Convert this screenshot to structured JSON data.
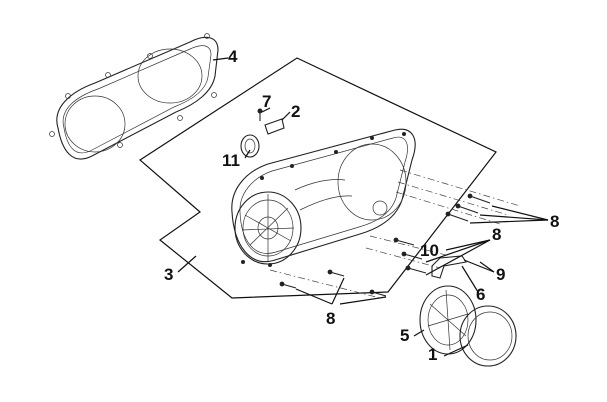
{
  "diagram": {
    "callouts": [
      {
        "id": "c1",
        "text": "1"
      },
      {
        "id": "c2",
        "text": "2"
      },
      {
        "id": "c3",
        "text": "3"
      },
      {
        "id": "c4",
        "text": "4"
      },
      {
        "id": "c5",
        "text": "5"
      },
      {
        "id": "c6",
        "text": "6"
      },
      {
        "id": "c7",
        "text": "7"
      },
      {
        "id": "c8a",
        "text": "8"
      },
      {
        "id": "c8b",
        "text": "8"
      },
      {
        "id": "c8c",
        "text": "8"
      },
      {
        "id": "c9",
        "text": "9"
      },
      {
        "id": "c10",
        "text": "10"
      },
      {
        "id": "c11",
        "text": "11"
      }
    ]
  }
}
